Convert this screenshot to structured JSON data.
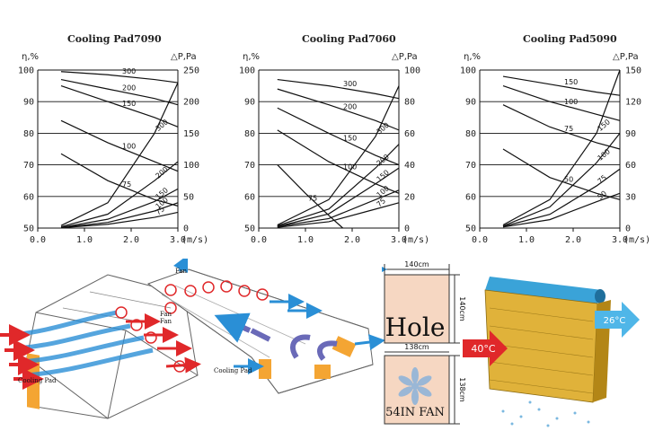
{
  "charts": [
    {
      "title": "Cooling Pad7090",
      "left_axis_label": "η,%",
      "right_axis_label": "△P,Pa",
      "x_ticks": [
        "0.0",
        "1.0",
        "2.0",
        "3.0"
      ],
      "x_unit": "(m/s)",
      "left_ticks": [
        "50",
        "60",
        "70",
        "80",
        "90",
        "100"
      ],
      "right_ticks": [
        "0",
        "50",
        "100",
        "150",
        "200",
        "250"
      ]
    },
    {
      "title": "Cooling Pad7060",
      "left_axis_label": "η,%",
      "right_axis_label": "△P,Pa",
      "x_ticks": [
        "0.0",
        "1.0",
        "2.0",
        "3.0"
      ],
      "x_unit": "(m/s)",
      "left_ticks": [
        "50",
        "60",
        "70",
        "80",
        "90",
        "100"
      ],
      "right_ticks": [
        "0",
        "20",
        "40",
        "60",
        "80",
        "100"
      ]
    },
    {
      "title": "Cooling Pad5090",
      "left_axis_label": "η,%",
      "right_axis_label": "△P,Pa",
      "x_ticks": [
        "0.0",
        "1.0",
        "2.0",
        "3.0"
      ],
      "x_unit": "(m/s)",
      "left_ticks": [
        "50",
        "60",
        "70",
        "80",
        "90",
        "100"
      ],
      "right_ticks": [
        "0",
        "30",
        "60",
        "90",
        "120",
        "150"
      ]
    }
  ],
  "chart_data": [
    {
      "type": "line",
      "title": "Cooling Pad7090",
      "xlabel": "(m/s)",
      "ylabel": "η,%",
      "y2label": "△P,Pa",
      "xlim": [
        0,
        3
      ],
      "ylim": [
        50,
        100
      ],
      "y2lim": [
        0,
        250
      ],
      "efficiency_series": [
        {
          "name": "300",
          "x": [
            0.5,
            1.5,
            2.5,
            3.0
          ],
          "y": [
            99.5,
            98.5,
            97,
            96
          ]
        },
        {
          "name": "200",
          "x": [
            0.5,
            1.5,
            2.5,
            3.0
          ],
          "y": [
            97,
            94,
            91,
            89
          ]
        },
        {
          "name": "150",
          "x": [
            0.5,
            1.5,
            2.5,
            3.0
          ],
          "y": [
            95,
            90,
            85,
            82
          ]
        },
        {
          "name": "100",
          "x": [
            0.5,
            1.5,
            2.5,
            3.0
          ],
          "y": [
            84,
            77,
            71,
            68
          ]
        },
        {
          "name": "75",
          "x": [
            0.5,
            1.5,
            2.5,
            3.0
          ],
          "y": [
            73.5,
            65,
            59,
            57
          ]
        }
      ],
      "pressure_series": [
        {
          "name": "300",
          "x": [
            0.5,
            1.5,
            2.5,
            3.0
          ],
          "y": [
            4,
            40,
            150,
            230
          ]
        },
        {
          "name": "200",
          "x": [
            0.5,
            1.5,
            2.5,
            3.0
          ],
          "y": [
            2,
            22,
            75,
            105
          ]
        },
        {
          "name": "150",
          "x": [
            0.5,
            1.5,
            2.5,
            3.0
          ],
          "y": [
            1,
            14,
            42,
            62
          ]
        },
        {
          "name": "100",
          "x": [
            0.5,
            1.5,
            2.5,
            3.0
          ],
          "y": [
            1,
            9,
            27,
            40
          ]
        },
        {
          "name": "75",
          "x": [
            0.5,
            1.5,
            2.5,
            3.0
          ],
          "y": [
            0.5,
            6,
            17,
            25
          ]
        }
      ]
    },
    {
      "type": "line",
      "title": "Cooling Pad7060",
      "xlabel": "(m/s)",
      "ylabel": "η,%",
      "y2label": "△P,Pa",
      "xlim": [
        0,
        3
      ],
      "ylim": [
        50,
        100
      ],
      "y2lim": [
        0,
        100
      ],
      "efficiency_series": [
        {
          "name": "300",
          "x": [
            0.4,
            1.5,
            2.5,
            3.0
          ],
          "y": [
            97,
            95,
            92.5,
            91
          ]
        },
        {
          "name": "200",
          "x": [
            0.4,
            1.5,
            2.5,
            3.0
          ],
          "y": [
            94,
            89,
            84,
            81
          ]
        },
        {
          "name": "150",
          "x": [
            0.4,
            1.5,
            2.5,
            3.0
          ],
          "y": [
            88,
            80,
            73,
            70
          ]
        },
        {
          "name": "100",
          "x": [
            0.4,
            1.5,
            2.5,
            3.0
          ],
          "y": [
            81,
            71,
            64,
            61
          ]
        },
        {
          "name": "75",
          "x": [
            0.4,
            1.0,
            1.5,
            1.8
          ],
          "y": [
            70,
            61,
            54,
            50
          ]
        }
      ],
      "pressure_series": [
        {
          "name": "300",
          "x": [
            0.4,
            1.5,
            2.5,
            3.0
          ],
          "y": [
            2,
            18,
            58,
            90
          ]
        },
        {
          "name": "200",
          "x": [
            0.4,
            1.5,
            2.5,
            3.0
          ],
          "y": [
            1.5,
            12,
            38,
            53
          ]
        },
        {
          "name": "150",
          "x": [
            0.4,
            1.5,
            2.5,
            3.0
          ],
          "y": [
            1,
            9,
            28,
            38
          ]
        },
        {
          "name": "100",
          "x": [
            0.4,
            1.5,
            2.5,
            3.0
          ],
          "y": [
            1,
            6,
            18,
            24
          ]
        },
        {
          "name": "75",
          "x": [
            0.4,
            1.5,
            2.5,
            3.0
          ],
          "y": [
            0.5,
            4,
            12,
            16
          ]
        }
      ]
    },
    {
      "type": "line",
      "title": "Cooling Pad5090",
      "xlabel": "(m/s)",
      "ylabel": "η,%",
      "y2label": "△P,Pa",
      "xlim": [
        0,
        3
      ],
      "ylim": [
        50,
        100
      ],
      "y2lim": [
        0,
        150
      ],
      "efficiency_series": [
        {
          "name": "150",
          "x": [
            0.5,
            1.5,
            2.5,
            3.0
          ],
          "y": [
            98,
            95.5,
            93,
            92
          ]
        },
        {
          "name": "100",
          "x": [
            0.5,
            1.5,
            2.5,
            3.0
          ],
          "y": [
            95,
            90,
            86,
            84
          ]
        },
        {
          "name": "75",
          "x": [
            0.5,
            1.5,
            2.5,
            3.0
          ],
          "y": [
            89,
            82,
            77,
            75
          ]
        },
        {
          "name": "50",
          "x": [
            0.5,
            1.5,
            2.5,
            3.0
          ],
          "y": [
            75,
            66,
            61,
            59
          ]
        }
      ],
      "pressure_series": [
        {
          "name": "150",
          "x": [
            0.5,
            1.5,
            2.5,
            3.0
          ],
          "y": [
            3,
            27,
            90,
            150
          ]
        },
        {
          "name": "100",
          "x": [
            0.5,
            1.5,
            2.5,
            3.0
          ],
          "y": [
            2,
            20,
            62,
            90
          ]
        },
        {
          "name": "75",
          "x": [
            0.5,
            1.5,
            2.5,
            3.0
          ],
          "y": [
            1.5,
            13,
            40,
            56
          ]
        },
        {
          "name": "50",
          "x": [
            0.5,
            1.5,
            2.5,
            3.0
          ],
          "y": [
            1,
            8,
            25,
            33
          ]
        }
      ]
    }
  ],
  "diagram": {
    "label_cooling_pad_left": "Cooling Pad",
    "label_cooling_pad_right": "Cooling Pad",
    "label_fan_top": "Fan",
    "label_fan_mid": "Fan",
    "label_fan_right": "Fan",
    "hole_width": "140cm",
    "hole_height": "140cm",
    "hole_label": "Hole",
    "fan_width": "138cm",
    "fan_height": "138cm",
    "fan_label": "54IN FAN",
    "temp_in": "40°C",
    "temp_out": "26°C"
  }
}
